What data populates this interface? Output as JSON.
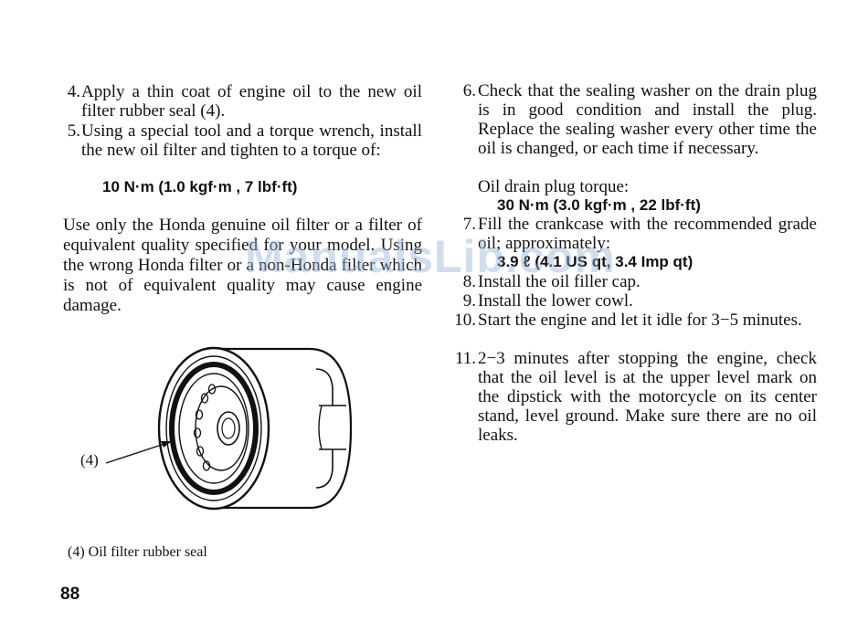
{
  "left_column": {
    "step4": {
      "num": "4.",
      "text": "Apply a thin coat of engine oil to the new oil filter rubber seal (4)."
    },
    "step5": {
      "num": "5.",
      "text": "Using a special tool and a torque wrench, install the new oil filter and tighten to a torque of:"
    },
    "step5_torque": "10 N·m (1.0 kgf·m , 7 lbf·ft)",
    "note": "Use only the Honda genuine oil filter or a filter of equivalent quality specified for your model. Using the wrong Honda filter or a non-Honda filter which is not of equivalent quality may cause engine damage."
  },
  "figure": {
    "label": "(4)",
    "caption": "(4)  Oil filter rubber seal"
  },
  "right_column": {
    "step6": {
      "num": "6.",
      "text": "Check that the sealing washer on the drain plug is in good condition and install the plug. Replace the sealing washer every other time the oil is changed, or each time if necessary."
    },
    "step6_sub": "Oil drain plug torque:",
    "step6_torque": "30 N·m (3.0 kgf·m , 22 lbf·ft)",
    "step7": {
      "num": "7.",
      "text": "Fill the crankcase with the recommended grade oil; approximately:"
    },
    "step7_qty": "3.9 ℓ (4.1 US qt, 3.4 Imp qt)",
    "step8": {
      "num": "8.",
      "text": "Install the oil filler cap."
    },
    "step9": {
      "num": "9.",
      "text": "Install the lower cowl."
    },
    "step10": {
      "num": "10.",
      "text": "Start the engine and let it idle for 3−5 minutes."
    },
    "step11": {
      "num": "11.",
      "text": "2−3 minutes after stopping the engine, check that the oil level is at the upper level mark on the dipstick with the motorcycle on its center stand, level ground. Make sure there are no oil leaks."
    }
  },
  "page_number": "88",
  "watermark": "ManualsLib.com"
}
